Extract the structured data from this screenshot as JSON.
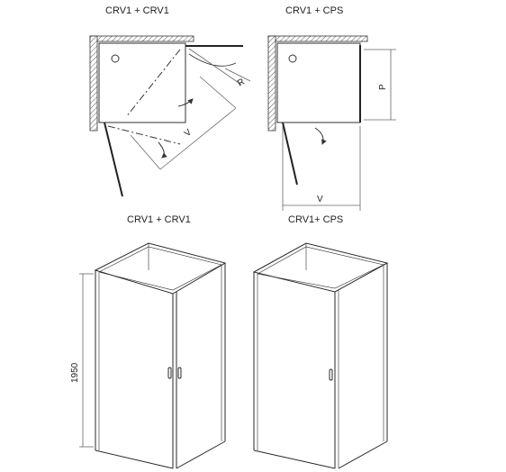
{
  "plans": {
    "left": {
      "title": "CRV1 + CRV1",
      "dim_r": "R",
      "dim_v": "V"
    },
    "right": {
      "title": "CRV1 + CPS",
      "dim_p": "P",
      "dim_v": "V"
    }
  },
  "perspectives": {
    "left": {
      "title": "CRV1 + CRV1",
      "height": "1950"
    },
    "right": {
      "title": "CRV1+ CPS"
    }
  },
  "colors": {
    "line": "#2a2a2a",
    "wall": "#555555",
    "dim": "#666666"
  }
}
